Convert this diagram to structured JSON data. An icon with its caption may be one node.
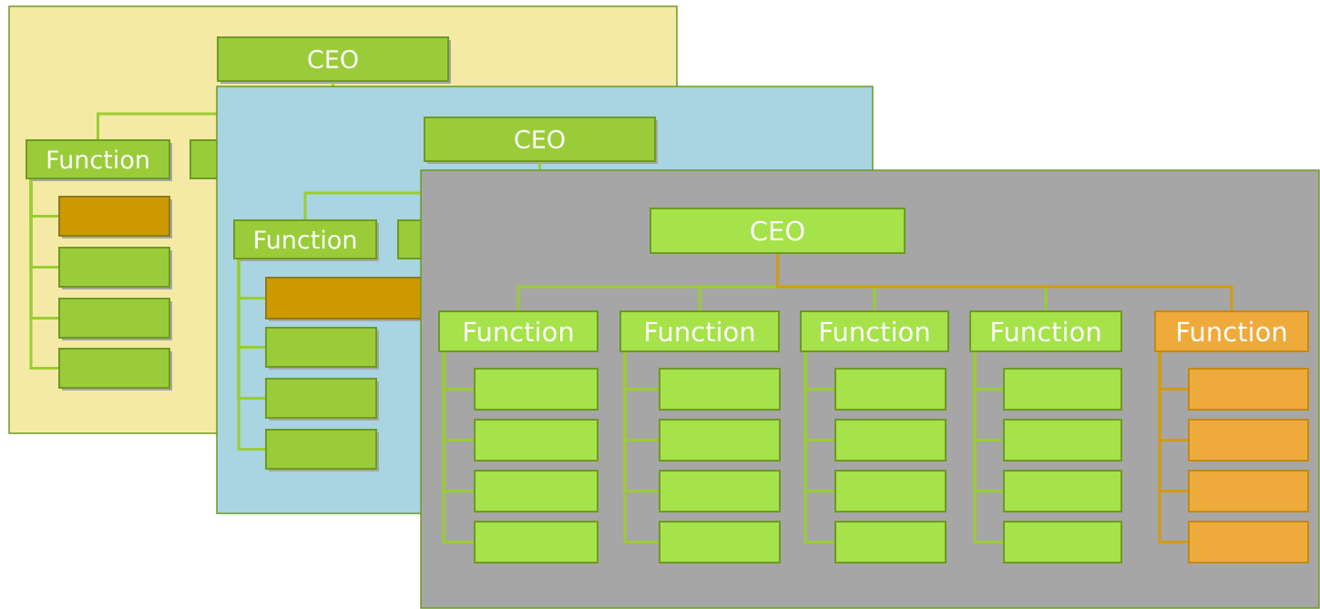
{
  "diagram": {
    "nodes": [
      {
        "text": [
          "CEO"
        ]
      },
      {
        "text": [
          "Function"
        ]
      },
      {
        "text": [],
        "shape": "box"
      },
      {
        "text": [],
        "shape": "box"
      },
      {
        "text": [],
        "shape": "box"
      },
      {
        "text": [],
        "shape": "box"
      },
      {
        "text": [],
        "shape": "box"
      },
      {
        "text": [
          "CEO"
        ]
      },
      {
        "text": [
          "Function"
        ]
      },
      {
        "text": [],
        "shape": "box"
      },
      {
        "text": [],
        "shape": "box"
      },
      {
        "text": [],
        "shape": "box"
      },
      {
        "text": [],
        "shape": "box"
      },
      {
        "text": [],
        "shape": "box"
      },
      {
        "text": [
          "CEO"
        ]
      },
      {
        "text": [
          "Function"
        ]
      },
      {
        "text": [
          "Function"
        ]
      },
      {
        "text": [
          "Function"
        ]
      },
      {
        "text": [
          "Function"
        ]
      },
      {
        "text": [
          "Function"
        ]
      },
      {
        "text": [],
        "shape": "box"
      },
      {
        "text": [],
        "shape": "box"
      },
      {
        "text": [],
        "shape": "box"
      },
      {
        "text": [],
        "shape": "box"
      },
      {
        "text": [],
        "shape": "box"
      },
      {
        "text": [],
        "shape": "box"
      },
      {
        "text": [],
        "shape": "box"
      },
      {
        "text": [],
        "shape": "box"
      },
      {
        "text": [],
        "shape": "box"
      },
      {
        "text": [],
        "shape": "box"
      },
      {
        "text": [],
        "shape": "box"
      },
      {
        "text": [],
        "shape": "box"
      },
      {
        "text": [],
        "shape": "box"
      },
      {
        "text": [],
        "shape": "box"
      },
      {
        "text": [],
        "shape": "box"
      },
      {
        "text": [],
        "shape": "box"
      },
      {
        "text": [],
        "shape": "box"
      },
      {
        "text": [],
        "shape": "box"
      },
      {
        "text": [],
        "shape": "box"
      },
      {
        "text": [],
        "shape": "box"
      }
    ],
    "edges": [
      {
        "from": 0,
        "to": 1,
        "arrow": "none"
      },
      {
        "from": 1,
        "to": 3,
        "arrow": "none"
      },
      {
        "from": 1,
        "to": 4,
        "arrow": "none"
      },
      {
        "from": 1,
        "to": 5,
        "arrow": "none"
      },
      {
        "from": 1,
        "to": 6,
        "arrow": "none"
      },
      {
        "from": 7,
        "to": 8,
        "arrow": "none"
      },
      {
        "from": 8,
        "to": 10,
        "arrow": "none"
      },
      {
        "from": 8,
        "to": 11,
        "arrow": "none"
      },
      {
        "from": 8,
        "to": 12,
        "arrow": "none"
      },
      {
        "from": 8,
        "to": 13,
        "arrow": "none"
      },
      {
        "from": 14,
        "to": 15,
        "arrow": "none"
      },
      {
        "from": 14,
        "to": 16,
        "arrow": "none"
      },
      {
        "from": 14,
        "to": 17,
        "arrow": "none"
      },
      {
        "from": 14,
        "to": 18,
        "arrow": "none"
      },
      {
        "from": 14,
        "to": 19,
        "arrow": "none",
        "color": "#d49a12"
      },
      {
        "from": 15,
        "to": 20,
        "arrow": "none"
      },
      {
        "from": 15,
        "to": 21,
        "arrow": "none"
      },
      {
        "from": 15,
        "to": 22,
        "arrow": "none"
      },
      {
        "from": 15,
        "to": 23,
        "arrow": "none"
      },
      {
        "from": 16,
        "to": 24,
        "arrow": "none"
      },
      {
        "from": 16,
        "to": 25,
        "arrow": "none"
      },
      {
        "from": 16,
        "to": 26,
        "arrow": "none"
      },
      {
        "from": 16,
        "to": 27,
        "arrow": "none"
      },
      {
        "from": 17,
        "to": 28,
        "arrow": "none"
      },
      {
        "from": 17,
        "to": 29,
        "arrow": "none"
      },
      {
        "from": 17,
        "to": 30,
        "arrow": "none"
      },
      {
        "from": 17,
        "to": 31,
        "arrow": "none"
      },
      {
        "from": 18,
        "to": 32,
        "arrow": "none"
      },
      {
        "from": 18,
        "to": 33,
        "arrow": "none"
      },
      {
        "from": 18,
        "to": 34,
        "arrow": "none"
      },
      {
        "from": 18,
        "to": 35,
        "arrow": "none"
      },
      {
        "from": 19,
        "to": 36,
        "arrow": "none",
        "color": "#d49a12"
      },
      {
        "from": 19,
        "to": 37,
        "arrow": "none",
        "color": "#d49a12"
      },
      {
        "from": 19,
        "to": 38,
        "arrow": "none",
        "color": "#d49a12"
      },
      {
        "from": 19,
        "to": 39,
        "arrow": "none",
        "color": "#d49a12"
      }
    ]
  }
}
